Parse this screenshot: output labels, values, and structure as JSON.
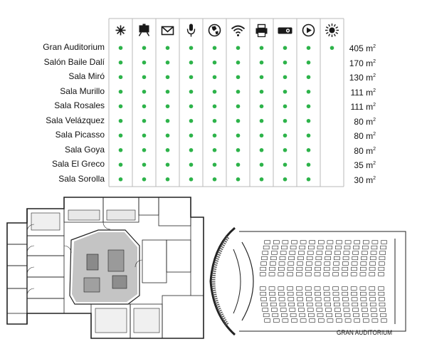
{
  "amenities": [
    {
      "name": "air-conditioning",
      "icon": "snowflake-icon"
    },
    {
      "name": "whiteboard",
      "icon": "whiteboard-icon"
    },
    {
      "name": "mail",
      "icon": "envelope-icon"
    },
    {
      "name": "microphone",
      "icon": "microphone-icon"
    },
    {
      "name": "internet",
      "icon": "globe-icon"
    },
    {
      "name": "wifi",
      "icon": "wifi-icon"
    },
    {
      "name": "printer",
      "icon": "printer-icon"
    },
    {
      "name": "projector",
      "icon": "projector-icon"
    },
    {
      "name": "video",
      "icon": "play-icon"
    },
    {
      "name": "natural-light",
      "icon": "sun-icon"
    }
  ],
  "rooms": [
    {
      "name": "Gran Auditorium",
      "area": "405 m",
      "features": [
        1,
        1,
        1,
        1,
        1,
        1,
        1,
        1,
        1,
        1
      ]
    },
    {
      "name": "Salón Baile Dalí",
      "area": "170 m",
      "features": [
        1,
        1,
        1,
        1,
        1,
        1,
        1,
        1,
        1,
        0
      ]
    },
    {
      "name": "Sala Miró",
      "area": "130 m",
      "features": [
        1,
        1,
        1,
        1,
        1,
        1,
        1,
        1,
        1,
        0
      ]
    },
    {
      "name": "Sala Murillo",
      "area": "111 m",
      "features": [
        1,
        1,
        1,
        1,
        1,
        1,
        1,
        1,
        1,
        0
      ]
    },
    {
      "name": "Sala Rosales",
      "area": "111 m",
      "features": [
        1,
        1,
        1,
        1,
        1,
        1,
        1,
        1,
        1,
        0
      ]
    },
    {
      "name": "Sala Velázquez",
      "area": "80 m",
      "features": [
        1,
        1,
        1,
        1,
        1,
        1,
        1,
        1,
        1,
        0
      ]
    },
    {
      "name": "Sala Picasso",
      "area": "80 m",
      "features": [
        1,
        1,
        1,
        1,
        1,
        1,
        1,
        1,
        1,
        0
      ]
    },
    {
      "name": "Sala Goya",
      "area": "80 m",
      "features": [
        1,
        1,
        1,
        1,
        1,
        1,
        1,
        1,
        1,
        0
      ]
    },
    {
      "name": "Sala El Greco",
      "area": "35 m",
      "features": [
        1,
        1,
        1,
        1,
        1,
        1,
        1,
        1,
        1,
        0
      ]
    },
    {
      "name": "Sala Sorolla",
      "area": "30 m",
      "features": [
        1,
        1,
        1,
        1,
        1,
        1,
        1,
        1,
        1,
        0
      ]
    }
  ],
  "area_unit_superscript": "2",
  "floorplan_caption": "GRAN AUDITORIUM",
  "colors": {
    "dot": "#2db34a",
    "grid": "#b9b9b9",
    "icon": "#1a1a1a",
    "plan_fill": "#bdbdbd"
  }
}
